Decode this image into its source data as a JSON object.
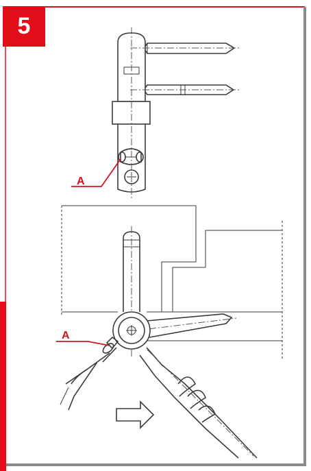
{
  "step": {
    "number": "5"
  },
  "callouts": {
    "top_label": "A",
    "bottom_label": "A"
  },
  "icons": {
    "direction": "arrow-right-outline"
  },
  "colors": {
    "accent": "#e30d1a",
    "line": "#3a3a3a",
    "callout": "#d0141d"
  }
}
